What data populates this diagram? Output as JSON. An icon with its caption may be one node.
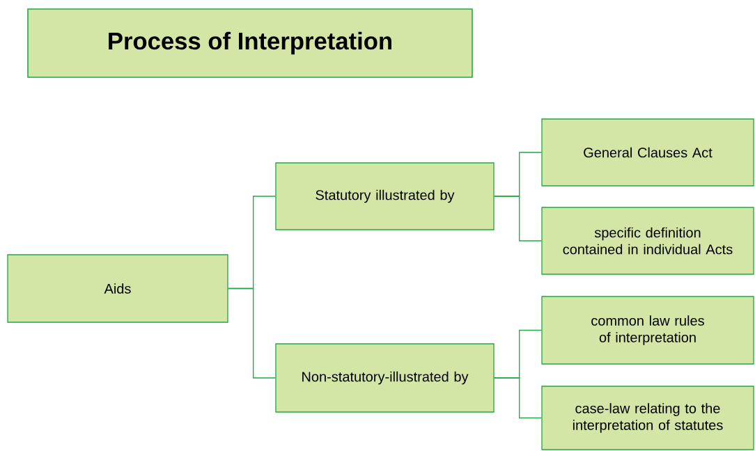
{
  "diagram": {
    "title": "Process of Interpretation",
    "nodes": [
      {
        "text": [
          "Aids"
        ]
      },
      {
        "text": [
          "Statutory illustrated by"
        ]
      },
      {
        "text": [
          "Non-statutory-illustrated by"
        ]
      },
      {
        "text": [
          "General Clauses Act"
        ]
      },
      {
        "text": [
          "specific definition contained in individual Acts"
        ]
      },
      {
        "text": [
          "common law rules of interpretation"
        ]
      },
      {
        "text": [
          "case-law relating to the interpretation of statutes"
        ]
      }
    ],
    "edges": [
      {
        "from": 0,
        "to": 1,
        "arrow": "none"
      },
      {
        "from": 0,
        "to": 2,
        "arrow": "none"
      },
      {
        "from": 1,
        "to": 3,
        "arrow": "none"
      },
      {
        "from": 1,
        "to": 4,
        "arrow": "none"
      },
      {
        "from": 2,
        "to": 5,
        "arrow": "none"
      },
      {
        "from": 2,
        "to": 6,
        "arrow": "none"
      }
    ]
  }
}
